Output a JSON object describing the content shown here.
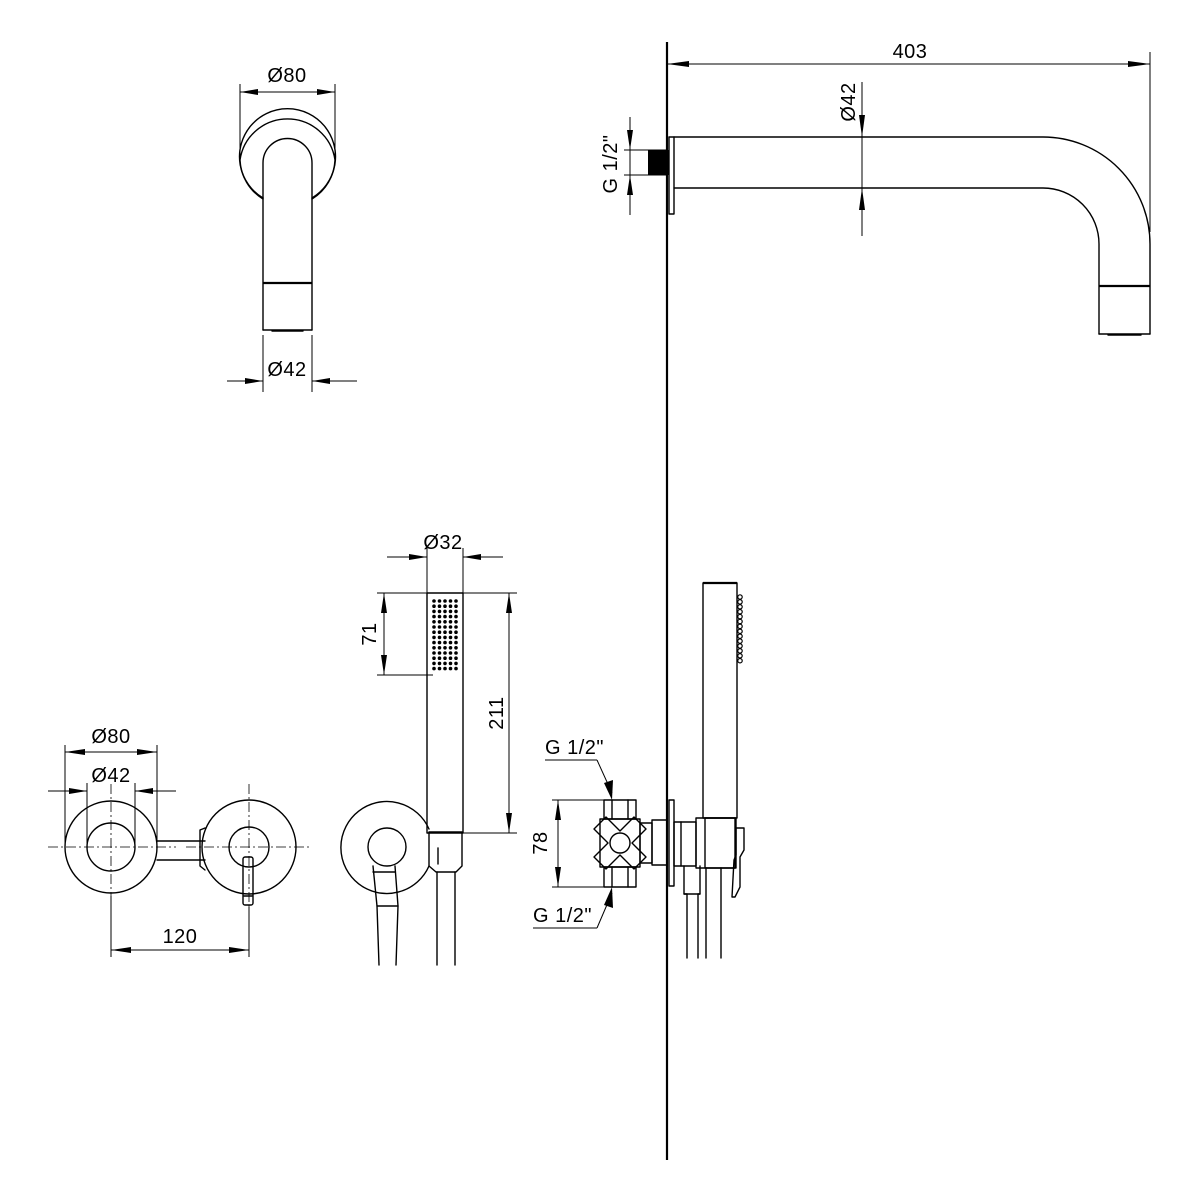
{
  "dimensions": {
    "top_left_outer_diameter": "Ø80",
    "top_left_spout_diameter": "Ø42",
    "spout_length": "403",
    "spout_diameter": "Ø42",
    "spout_thread": "G 1/2\"",
    "handshower_diameter": "Ø32",
    "handshower_head_length": "71",
    "handshower_total_length": "211",
    "mixer_outer_diameter": "Ø80",
    "mixer_inner_diameter": "Ø42",
    "mixer_spacing": "120",
    "valve_body_height": "78",
    "valve_inlet_top": "G 1/2\"",
    "valve_inlet_bottom": "G 1/2\""
  }
}
